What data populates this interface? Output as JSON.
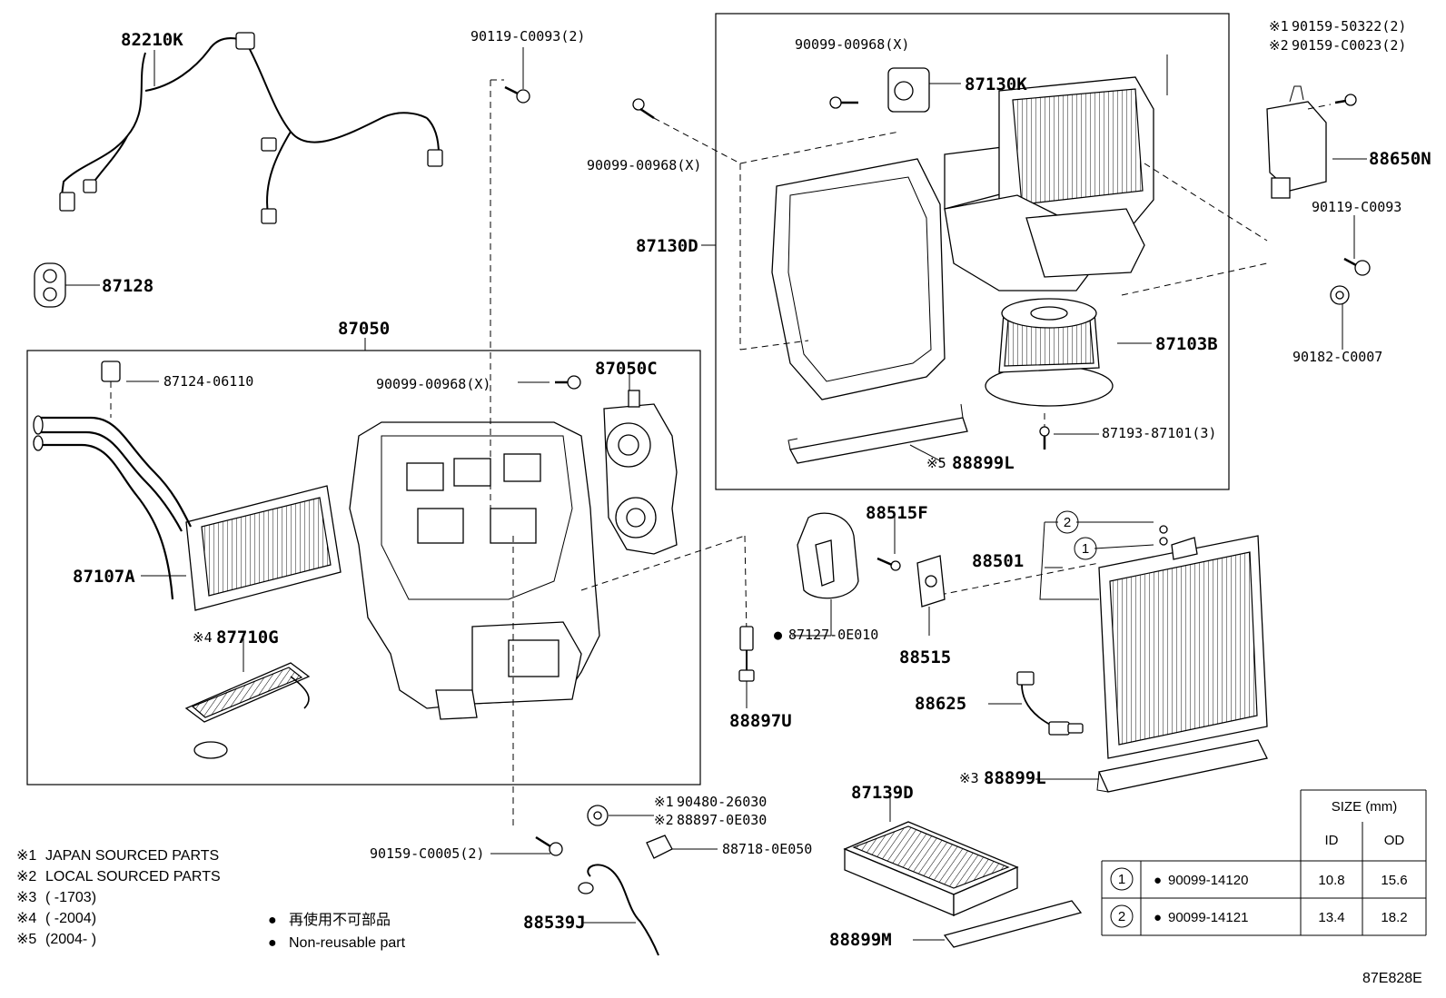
{
  "diagram_code": "87E828E",
  "part_labels": [
    "82210K",
    "90119-C0093(2)",
    "90099-00968(X)",
    "87130K",
    "90099-00968(X)",
    "87130D",
    "87128",
    "87050",
    "87124-06110",
    "90099-00968(X)",
    "87050C",
    "87103B",
    "87193-87101(3)",
    "88899L",
    "90119-C0093",
    "90182-C0007",
    "88650N",
    "87107A",
    "87710G",
    "87127-0E010",
    "88515F",
    "88515",
    "88501",
    "88897U",
    "88625",
    "88899L",
    "87139D",
    "88899M",
    "90159-C0005(2)",
    "90480-26030",
    "88897-0E030",
    "88718-0E050",
    "88539J"
  ],
  "prefix_marks": {
    "m1": "※1",
    "m2": "※2",
    "m3": "※3",
    "m4": "※4",
    "m5": "※5",
    "dot": "●"
  },
  "top_right_refs": {
    "r1": "90159-50322(2)",
    "r2": "90159-C0023(2)"
  },
  "notes": [
    "JAPAN SOURCED PARTS",
    "LOCAL SOURCED PARTS",
    "(      -1703)",
    "(      -2004)",
    "(2004-      )"
  ],
  "legend": {
    "jp": "再使用不可部品",
    "en": "Non-reusable part"
  },
  "size_table": {
    "title": "SIZE (mm)",
    "col_id": "ID",
    "col_od": "OD",
    "rows": [
      {
        "key": "1",
        "part": "90099-14120",
        "id": "10.8",
        "od": "15.6"
      },
      {
        "key": "2",
        "part": "90099-14121",
        "id": "13.4",
        "od": "18.2"
      }
    ]
  },
  "callout_keys": [
    "2",
    "1"
  ]
}
